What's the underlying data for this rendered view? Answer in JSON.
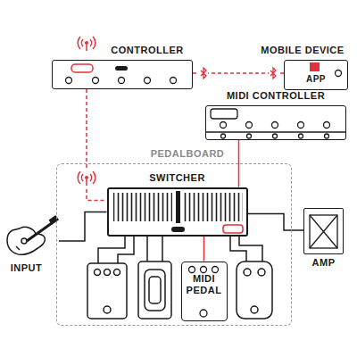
{
  "diagram": {
    "nodes": [
      {
        "text": [
          "CONTROLLER"
        ]
      },
      {
        "text": [
          "MOBILE DEVICE",
          "APP"
        ]
      },
      {
        "text": [
          "MIDI CONTROLLER"
        ]
      },
      {
        "text": [
          "PEDALBOARD"
        ]
      },
      {
        "text": [
          "SWITCHER"
        ],
        "in": 3
      },
      {
        "text": [
          "INPUT"
        ]
      },
      {
        "text": [
          "AMP"
        ]
      },
      {
        "text": [
          "MIDI PEDAL"
        ],
        "in": 3
      }
    ],
    "edges": [
      {
        "from": 0,
        "to": 4,
        "arrow": "none"
      },
      {
        "from": 0,
        "to": 1,
        "arrow": "none"
      },
      {
        "from": 2,
        "to": 4,
        "arrow": "none"
      },
      {
        "from": 5,
        "to": 4,
        "arrow": "none"
      },
      {
        "from": 4,
        "to": 6,
        "arrow": "none"
      },
      {
        "from": 4,
        "to": 7,
        "arrow": "none"
      }
    ]
  }
}
